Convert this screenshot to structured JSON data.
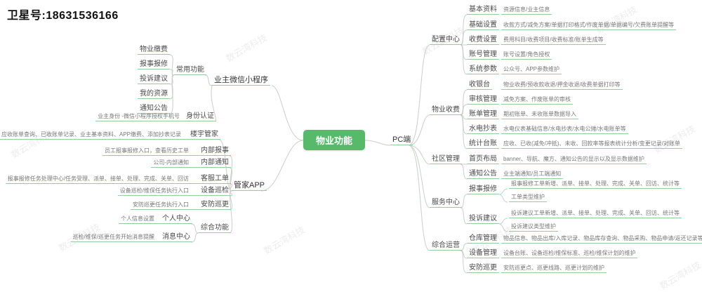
{
  "page": {
    "contact": "卫星号:18631536166",
    "watermark": "数云湾科技"
  },
  "root": {
    "label": "物业功能"
  },
  "left": {
    "miniprogram": {
      "label": "业主微信小程序",
      "common": {
        "label": "常用功能",
        "items": [
          "物业缴费",
          "报事报修",
          "投诉建议",
          "我的资源",
          "通知公告"
        ]
      },
      "identity": {
        "label": "身份认证",
        "desc": "业主身份 -微信小程序授权手机号"
      }
    },
    "app": {
      "label": "管家APP",
      "items": [
        {
          "label": "楼宇管家",
          "desc": "应收账单查询、已收账单记录、业主基本资料、APP缴费、添加抄表记录"
        },
        {
          "label": "内部报事",
          "desc": "员工报事报修入口，查看历史工单"
        },
        {
          "label": "内部通知",
          "desc": "公司-内部通知"
        },
        {
          "label": "客服工单",
          "desc": "报事报修任务处理中心/任务受理、派单、接单、处理、完成、关单、回访"
        },
        {
          "label": "设备巡检",
          "desc": "设备巡检/维保任务执行入口"
        },
        {
          "label": "安防巡更",
          "desc": "安防巡更任务执行入口"
        }
      ],
      "misc": {
        "label": "综合功能",
        "items": [
          {
            "label": "个人中心",
            "desc": "个人信息设置"
          },
          {
            "label": "消息中心",
            "desc": "巡检/维保/巡更任务开始消息提醒"
          }
        ]
      }
    }
  },
  "right": {
    "label": "PC端",
    "groups": [
      {
        "label": "配置中心",
        "items": [
          {
            "label": "基本资料",
            "desc": "资源信息/业主信息"
          },
          {
            "label": "基础设置",
            "desc": "收款方式/减免方案/单据打印格式/作废单据/单据编号/欠费账单提醒等"
          },
          {
            "label": "收费设置",
            "desc": "费用科目/收费项目/收费标准/账单生成等"
          },
          {
            "label": "账号管理",
            "desc": "账号设置/角色授权"
          },
          {
            "label": "系统参数",
            "desc": "公众号、APP参数维护"
          }
        ]
      },
      {
        "label": "物业收费",
        "items": [
          {
            "label": "收银台",
            "desc": "物业收费/预收款收退/押金收退/收费单据打印等"
          },
          {
            "label": "审核管理",
            "desc": "减免方案、作废账单的审核"
          },
          {
            "label": "账单管理",
            "desc": "期初账单、未收账单数据导入"
          },
          {
            "label": "水电抄表",
            "desc": "水电仪表基础信息/水电抄表/水电公摊/水电账单等"
          },
          {
            "label": "统计台账",
            "desc": "应收、已收(减免/冲抵)、未收、回款率等报表统计分析/变更记录/对账单"
          }
        ]
      },
      {
        "label": "社区管理",
        "items": [
          {
            "label": "首页布局",
            "desc": "banner、导航、魔方、通知公告的显示以及显示数据维护"
          },
          {
            "label": "通知公告",
            "desc": "业主端通知/员工端通知"
          }
        ]
      },
      {
        "label": "服务中心",
        "items": [
          {
            "label": "报事报修",
            "desc": "报事报修工单新增、派单、接单、处理、完成、关单、回访、统计等",
            "desc2": "工单类型维护"
          },
          {
            "label": "投诉建议",
            "desc": "投诉建议工单新增、派单、接单、处理、完成、关单、回访、统计等",
            "desc2": "投诉建议类型维护"
          }
        ]
      },
      {
        "label": "综合运营",
        "items": [
          {
            "label": "仓库管理",
            "desc": "物品信息、物品出库/入库记录、物品库存查询、物品采购、物品申请/返还记录等"
          },
          {
            "label": "设备管理",
            "desc": "设备台账、设备巡检/维保标准、巡检/维保计划的维护"
          },
          {
            "label": "安防巡更",
            "desc": "安防巡更点、巡更线路、巡更计划的维护"
          }
        ]
      }
    ]
  }
}
